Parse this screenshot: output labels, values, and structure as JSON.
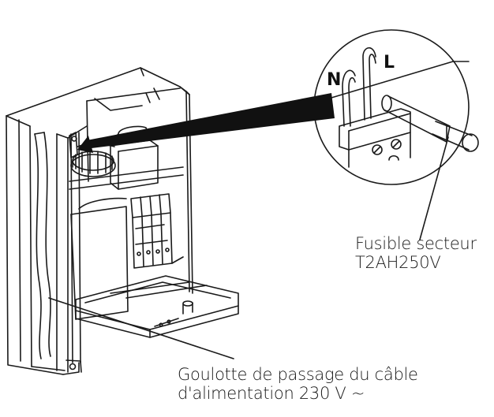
{
  "wire_labels": {
    "neutral": "N",
    "live": "L"
  },
  "callouts": {
    "fuse": {
      "line1": "Fusible secteur",
      "line2": "T2AH250V"
    },
    "cable_duct": {
      "line1": "Goulotte de passage du câble",
      "line2": "d'alimentation 230 V ~"
    }
  },
  "colors": {
    "ink": "#1a1a1a",
    "shade": "#c9c9c9",
    "paper": "#ffffff"
  }
}
